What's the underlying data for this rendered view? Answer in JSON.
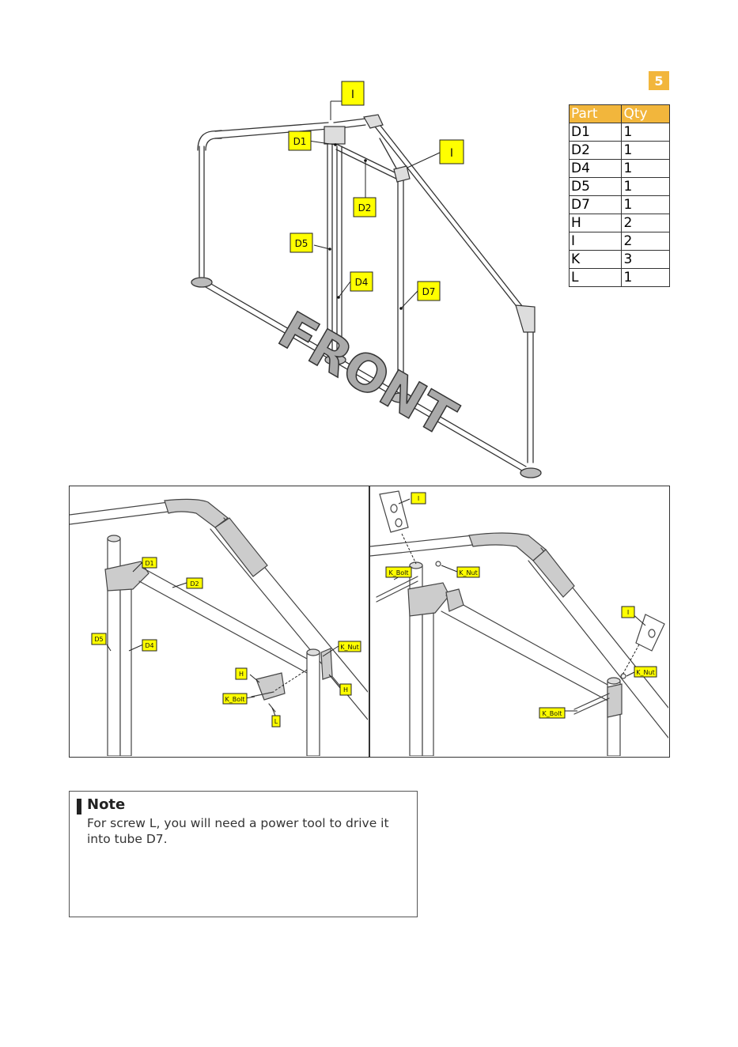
{
  "step": {
    "number": "5"
  },
  "parts_table": {
    "headers": {
      "part": "Part",
      "qty": "Qty"
    },
    "rows": [
      {
        "part": "D1",
        "qty": "1"
      },
      {
        "part": "D2",
        "qty": "1"
      },
      {
        "part": "D4",
        "qty": "1"
      },
      {
        "part": "D5",
        "qty": "1"
      },
      {
        "part": "D7",
        "qty": "1"
      },
      {
        "part": "H",
        "qty": "2"
      },
      {
        "part": "I",
        "qty": "2"
      },
      {
        "part": "K",
        "qty": "3"
      },
      {
        "part": "L",
        "qty": "1"
      }
    ]
  },
  "main_diagram": {
    "front_text": "FRONT",
    "labels": {
      "i_top": "I",
      "d1": "D1",
      "i_right": "I",
      "d2": "D2",
      "d5": "D5",
      "d4": "D4",
      "d7": "D7"
    }
  },
  "detail_left": {
    "labels": {
      "d1": "D1",
      "d2": "D2",
      "d5": "D5",
      "d4": "D4",
      "k_nut": "K_Nut",
      "h_left": "H",
      "h_right": "H",
      "k_bolt": "K_Bolt",
      "l": "L"
    }
  },
  "detail_right": {
    "labels": {
      "i_top": "I",
      "k_bolt_top": "K_Bolt",
      "k_nut_top": "K_Nut",
      "i_right": "I",
      "k_nut_right": "K_Nut",
      "k_bolt_bottom": "K_Bolt"
    }
  },
  "note": {
    "title": "Note",
    "body": "For screw L, you will need a power tool to drive it into tube D7."
  },
  "colors": {
    "accent": "#f2b63c",
    "label_fill": "#ffff00"
  }
}
